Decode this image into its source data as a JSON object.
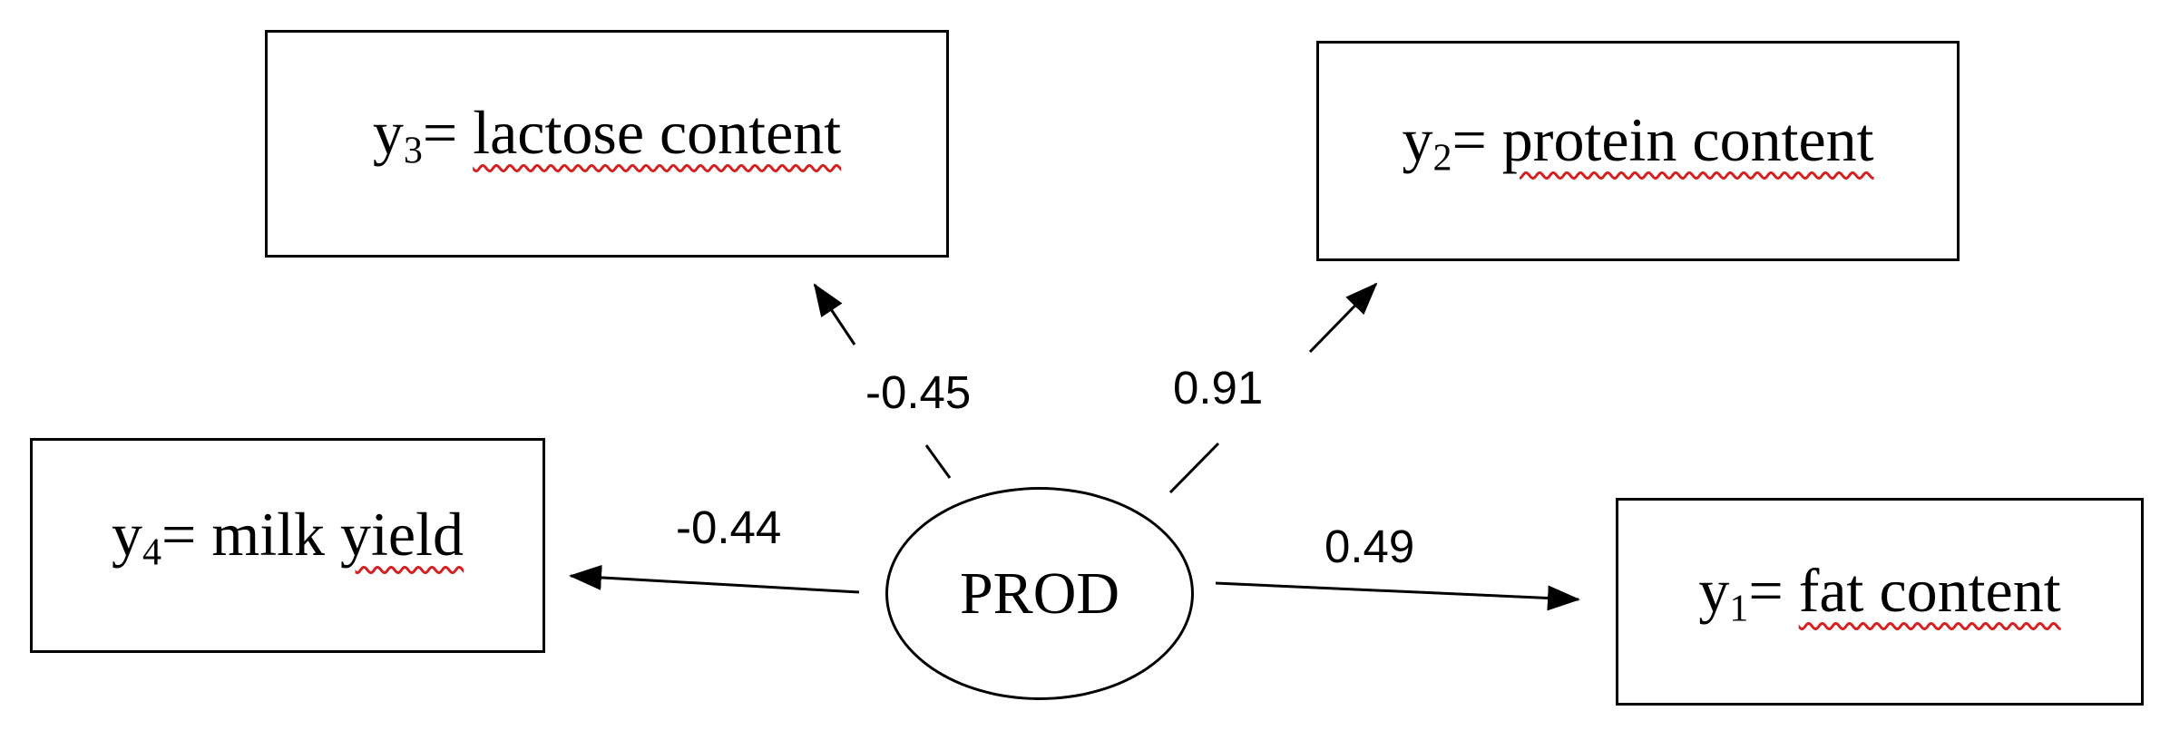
{
  "latent": {
    "label": "PROD"
  },
  "indicators": [
    {
      "id": "y3",
      "sym": "y",
      "sub": "3",
      "rest": "= ",
      "term": "lactose content",
      "loading": "-0.45"
    },
    {
      "id": "y2",
      "sym": "y",
      "sub": "2",
      "rest": "= ",
      "term": "protein content",
      "loading": "0.91"
    },
    {
      "id": "y4",
      "sym": "y",
      "sub": "4",
      "rest": "= milk ",
      "term": "yield",
      "loading": "-0.44"
    },
    {
      "id": "y1",
      "sym": "y",
      "sub": "1",
      "rest": "= ",
      "term": "fat content",
      "loading": "0.49"
    }
  ]
}
